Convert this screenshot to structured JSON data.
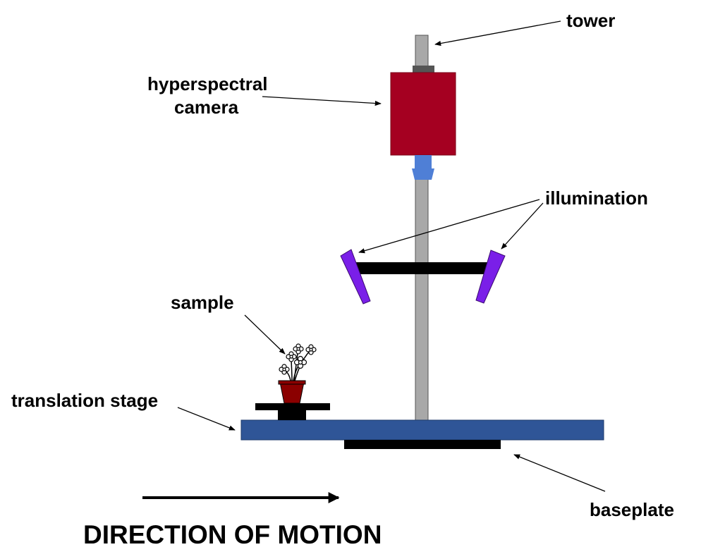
{
  "labels": {
    "tower": "tower",
    "camera_line1": "hyperspectral",
    "camera_line2": "camera",
    "illumination": "illumination",
    "sample": "sample",
    "translation_stage": "translation stage",
    "baseplate": "baseplate",
    "direction": "DIRECTION OF MOTION"
  },
  "colors": {
    "tower": "#a8a8a8",
    "camera": "#a50021",
    "lens": "#4f7fd6",
    "lights": "#7a1fe8",
    "baseplate": "#2f5597",
    "pot": "#8b0000",
    "mount": "#000000"
  }
}
